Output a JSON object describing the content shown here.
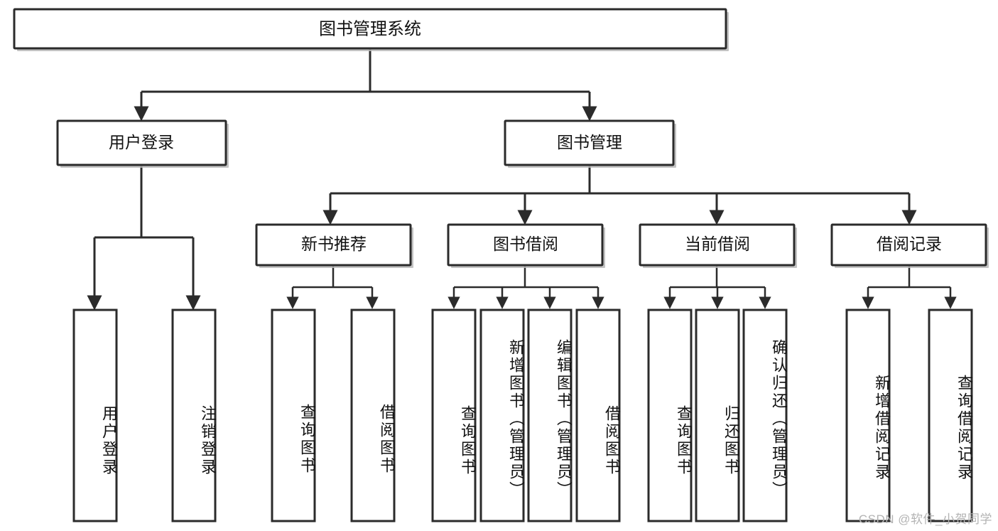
{
  "diagram": {
    "title_node": {
      "label": "图书管理系统"
    },
    "level2": [
      {
        "id": "user-login",
        "label": "用户登录"
      },
      {
        "id": "book-manage",
        "label": "图书管理"
      }
    ],
    "level3": [
      {
        "id": "new-book-rec",
        "label": "新书推荐"
      },
      {
        "id": "book-borrow",
        "label": "图书借阅"
      },
      {
        "id": "current-borrow",
        "label": "当前借阅"
      },
      {
        "id": "borrow-record",
        "label": "借阅记录"
      }
    ],
    "leaves": [
      {
        "id": "leaf-user-login",
        "label": "用户登录",
        "parent": "user-login"
      },
      {
        "id": "leaf-user-logout",
        "label": "注销登录",
        "parent": "user-login"
      },
      {
        "id": "leaf-query-book-1",
        "label": "查询图书",
        "parent": "new-book-rec"
      },
      {
        "id": "leaf-borrow-book-1",
        "label": "借阅图书",
        "parent": "new-book-rec"
      },
      {
        "id": "leaf-query-book-2",
        "label": "查询图书",
        "parent": "book-borrow"
      },
      {
        "id": "leaf-add-book",
        "label": "新增图书（管理员）",
        "parent": "book-borrow"
      },
      {
        "id": "leaf-edit-book",
        "label": "编辑图书（管理员）",
        "parent": "book-borrow"
      },
      {
        "id": "leaf-borrow-book-2",
        "label": "借阅图书",
        "parent": "book-borrow"
      },
      {
        "id": "leaf-query-book-3",
        "label": "查询图书",
        "parent": "current-borrow"
      },
      {
        "id": "leaf-return-book",
        "label": "归还图书",
        "parent": "current-borrow"
      },
      {
        "id": "leaf-confirm-return",
        "label": "确认归还（管理员）",
        "parent": "current-borrow"
      },
      {
        "id": "leaf-add-record",
        "label": "新增借阅记录",
        "parent": "borrow-record"
      },
      {
        "id": "leaf-query-record",
        "label": "查询借阅记录",
        "parent": "borrow-record"
      }
    ],
    "colors": {
      "box_fill": "#ffffff",
      "box_stroke": "#2b2b2b",
      "text": "#111111",
      "watermark": "#b3b3b3"
    }
  },
  "watermark": {
    "text": "CSDN @软件_小贺同学"
  }
}
